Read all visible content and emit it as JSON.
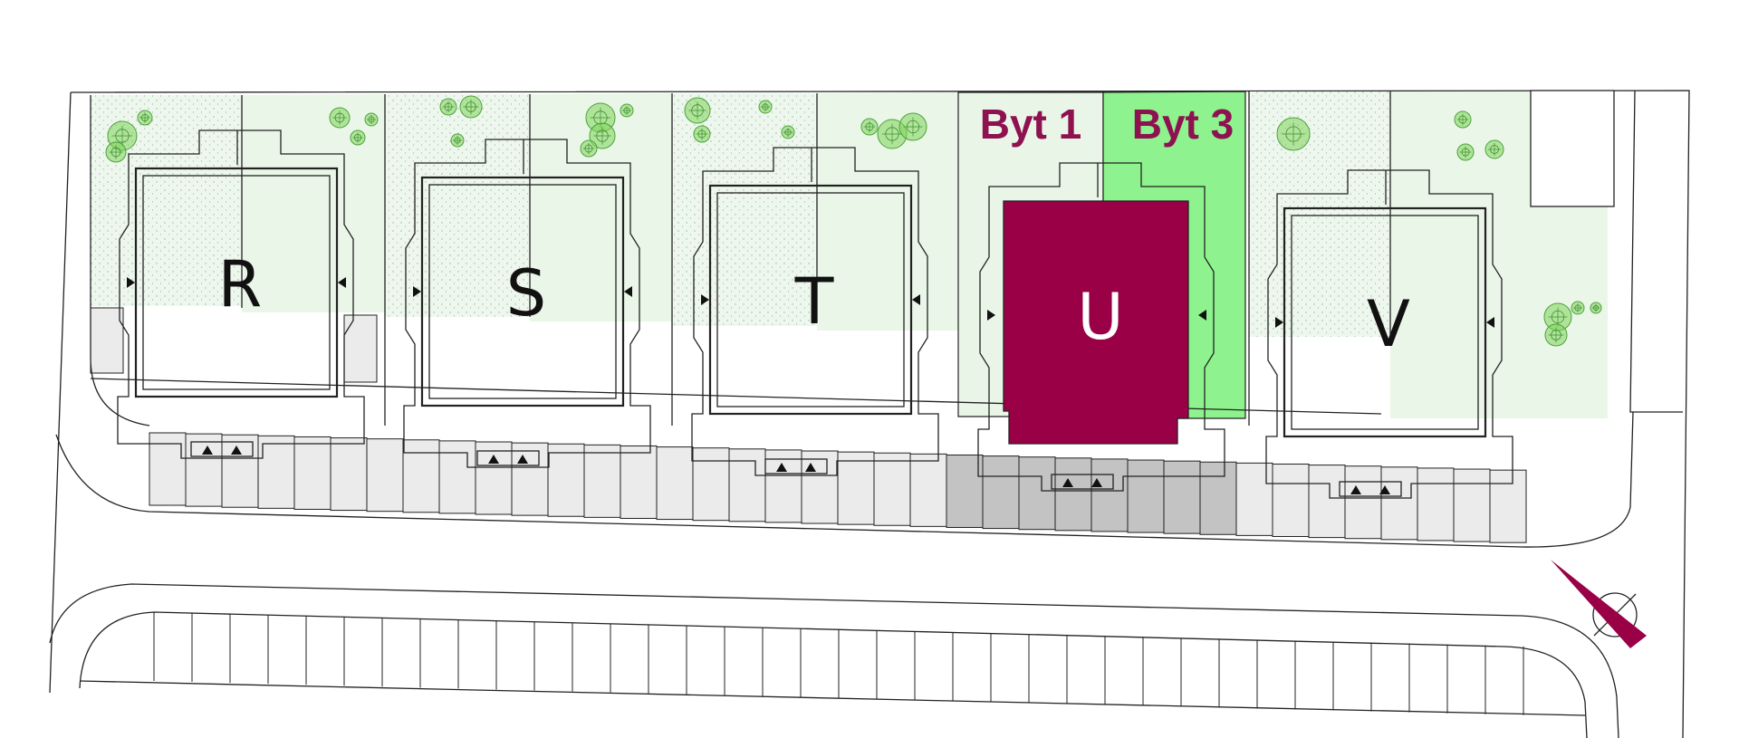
{
  "colors": {
    "selected_building": "#990046",
    "label_text": "#8e1150",
    "garden": "#e9f6e7",
    "garden_highlight": "#8ef28e",
    "parking_selected": "#c3c3c3",
    "parking": "#ebebeb",
    "tree": "#7fd35a",
    "compass_needle": "#990046"
  },
  "buildings": [
    {
      "letter": "R",
      "selected": false
    },
    {
      "letter": "S",
      "selected": false
    },
    {
      "letter": "T",
      "selected": false
    },
    {
      "letter": "U",
      "selected": true
    },
    {
      "letter": "V",
      "selected": false
    }
  ],
  "units": [
    {
      "label": "Byt 1",
      "highlight": false
    },
    {
      "label": "Byt 3",
      "highlight": true
    }
  ],
  "icons": {
    "compass": "north-arrow-icon",
    "tree": "tree-icon",
    "entrance": "entrance-triangle-icon"
  }
}
